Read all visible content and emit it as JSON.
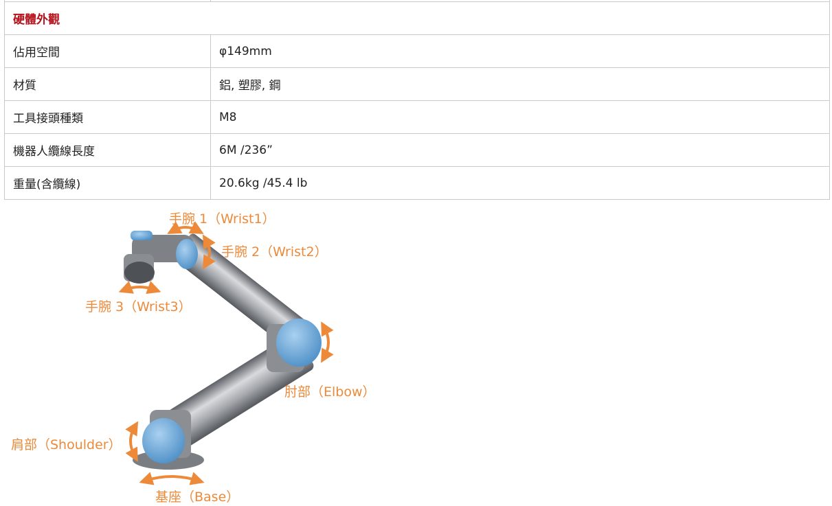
{
  "section_title": "硬體外觀",
  "specs": [
    {
      "label": "佔用空間",
      "value": "φ149mm"
    },
    {
      "label": "材質",
      "value": "鋁, 塑膠, 鋼"
    },
    {
      "label": "工具接頭種類",
      "value": "M8"
    },
    {
      "label": "機器人纜線長度",
      "value": "6M /236”"
    },
    {
      "label": "重量(含纜線)",
      "value": "20.6kg /45.4 lb"
    }
  ],
  "joints": {
    "wrist1": "手腕 1（Wrist1）",
    "wrist2": "手腕 2（Wrist2）",
    "wrist3": "手腕 3（Wrist3）",
    "elbow": "肘部（Elbow）",
    "shoulder": "肩部（Shoulder）",
    "base": "基座（Base）"
  },
  "colors": {
    "accent_label": "#ec8a3a",
    "section_title": "#b5121b",
    "joint_cap": "#6aa9dc"
  }
}
